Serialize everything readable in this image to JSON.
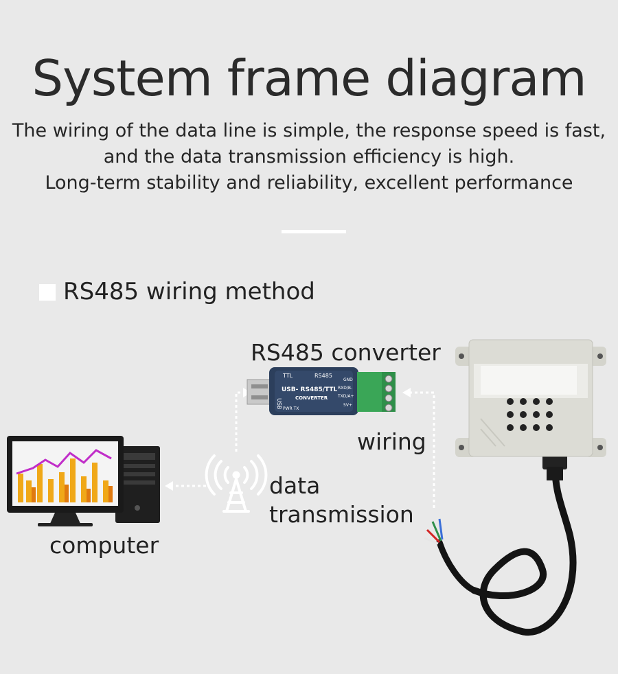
{
  "header": {
    "title": "System frame diagram",
    "description_lines": [
      "The wiring of the data line is simple, the response speed is fast,",
      "and the data transmission efficiency is high.",
      "Long-term stability and reliability, excellent performance"
    ]
  },
  "section": {
    "title": "RS485 wiring method"
  },
  "diagram": {
    "labels": {
      "converter": "RS485 converter",
      "wiring": "wiring",
      "data_line1": "data",
      "data_line2": "transmission",
      "computer": "computer"
    },
    "converter_device": {
      "model_text": "USB- RS485/TTL",
      "converter_text": "CONVERTER",
      "top_left": "TTL",
      "top_right": "RS485",
      "side_text": "USB",
      "bottom_text": "PWR TX",
      "pins": [
        "GND",
        "RXD/B-",
        "TXD/A+",
        "5V+"
      ]
    },
    "colors": {
      "background": "#e9e9e9",
      "device_body": "#2c3f5c",
      "terminal": "#3aa657",
      "sensor": "#dcdcd5",
      "arrow": "#ffffff"
    }
  }
}
